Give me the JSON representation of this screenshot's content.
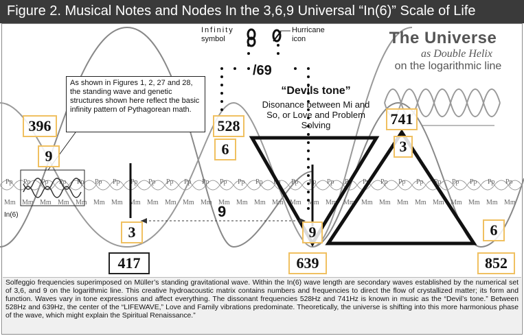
{
  "title": "Figure 2. Musical Notes and Nodes In the 3,6,9 Universal “In(6)” Scale of Life",
  "infobox_text": "As shown in Figures 1, 2, 27 and 28, the standing wave and genetic structures shown here reflect the basic infinity pattern of Pythagorean math.",
  "labels": {
    "infinity": "Infinity",
    "symbol": "symbol",
    "hurricane": "Hurricane",
    "icon": "icon",
    "slash69": "/69",
    "in6": "In(6)",
    "nine_span": "9",
    "universe_title": "The Universe",
    "universe_sub": "as Double Helix",
    "universe_line": "on the logarithmic line"
  },
  "devils": {
    "title": "“Devils tone”",
    "body": "Disonance between Mi and So, or Love and Problem Solving"
  },
  "frequencies": {
    "f396": "396",
    "f528": "528",
    "f741": "741",
    "f417": "417",
    "f639": "639",
    "f852": "852"
  },
  "nodes": {
    "n9_left": "9",
    "n6_mid": "6",
    "n3_top": "3",
    "n3_low": "3",
    "n9_low": "9",
    "n6_right": "6"
  },
  "wave_text": {
    "pp": "Pp",
    "mm": "Mm"
  },
  "caption": "Solfeggio frequencies superimposed on Müller’s standing gravitational wave. Within the In(6) wave length are secondary waves established by the numerical set of 3,6, and 9 on the logarithmic line. This creative hydroacoustic matrix contains numbers and frequencies to direct the flow of crystallized matter; its form and function. Waves vary in tone expressions and affect everything. The dissonant frequencies 528Hz and 741Hz is known in music as the “Devil’s tone.” Between 528Hz and 639Hz, the center of the “LIFEWAVE,” Love and Family vibrations predominate. Theoretically, the universe is shifting into this more harmonious phase of the wave, which might explain the Spiritual Renaissance.”",
  "colors": {
    "title_bg": "#3a3a3a",
    "box_border": "#f0c060",
    "wave": "#777777"
  }
}
